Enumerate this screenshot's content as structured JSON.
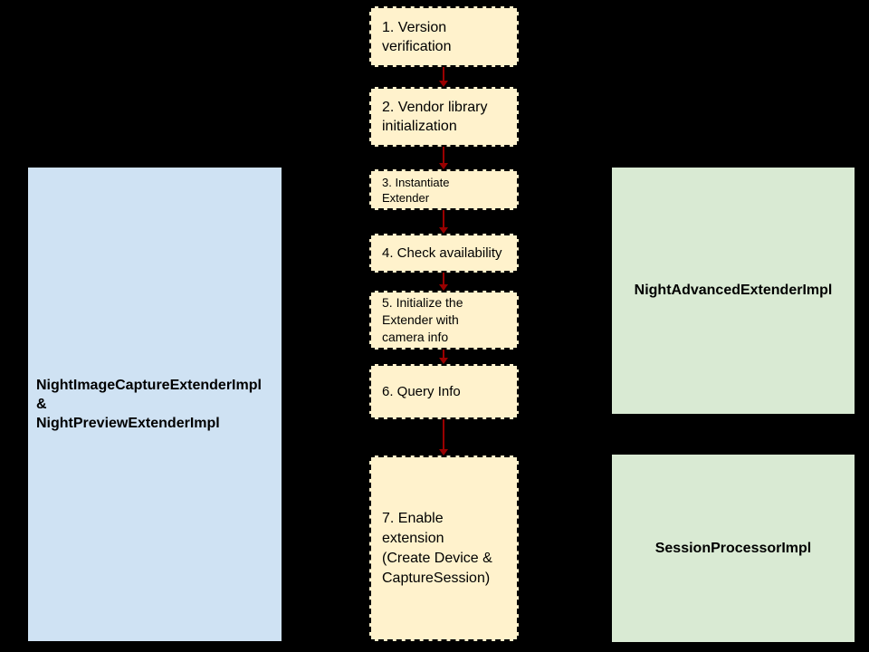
{
  "diagram": {
    "colors": {
      "background": "#000000",
      "step_fill": "#FFF2CC",
      "step_border": "#000000",
      "left_fill": "#CFE2F3",
      "right_fill": "#D9EAD3",
      "arrow": "#990000",
      "text": "#000000"
    },
    "steps": [
      {
        "label": "1. Version\nverification"
      },
      {
        "label": "2. Vendor library\ninitialization"
      },
      {
        "label": "3. Instantiate\nExtender"
      },
      {
        "label": "4. Check availability"
      },
      {
        "label": "5. Initialize the\nExtender with\ncamera info"
      },
      {
        "label": "6. Query Info"
      },
      {
        "label": "7. Enable\nextension\n(Create Device &\nCaptureSession)"
      }
    ],
    "left_box": {
      "label": "NightImageCaptureExtenderImpl\n&\nNightPreviewExtenderImpl"
    },
    "right_boxes": [
      {
        "label": "NightAdvancedExtenderImpl"
      },
      {
        "label": "SessionProcessorImpl"
      }
    ]
  }
}
